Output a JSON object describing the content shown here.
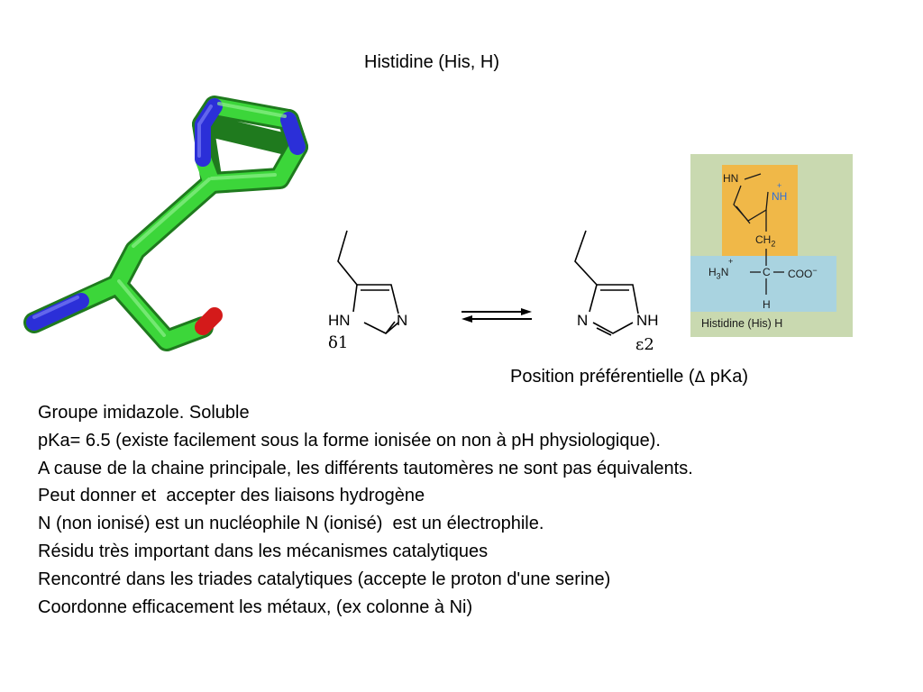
{
  "title": "Histidine (His, H)",
  "model_colors": {
    "carbon": "#3cd63a",
    "nitrogen": "#2b2fd8",
    "oxygen": "#d41a1a"
  },
  "tautomer_left": {
    "n_label": "N",
    "hn_label": "HN",
    "position": "δ1"
  },
  "tautomer_right": {
    "n_label": "N",
    "nh_label": "NH",
    "position": "ε2"
  },
  "caption": {
    "prefix": "Position préférentielle (",
    "delta": "Δ",
    "suffix": " pKa)"
  },
  "textbook": {
    "ring_hn": "HN",
    "ring_nh": "NH",
    "ch2": "CH",
    "ch2_sub": "2",
    "amine": "H",
    "amine_sub": "3",
    "amine_n": "N",
    "plus": "+",
    "alpha_c": "C",
    "carboxyl": "COO",
    "minus": "−",
    "h": "H",
    "caption": "Histidine (His) H"
  },
  "bullets": [
    "Groupe imidazole. Soluble",
    "pKa= 6.5 (existe facilement sous la forme ionisée on non à pH physiologique).",
    "A cause de la chaine principale, les différents tautomères ne sont pas équivalents.",
    "Peut donner et  accepter des liaisons hydrogène",
    "N (non ionisé) est un nucléophile N (ionisé)  est un électrophile.",
    "Résidu très important dans les mécanismes catalytiques",
    "Rencontré dans les triades catalytiques (accepte le proton d'une serine)",
    "Coordonne efficacement les métaux, (ex colonne à Ni)"
  ]
}
